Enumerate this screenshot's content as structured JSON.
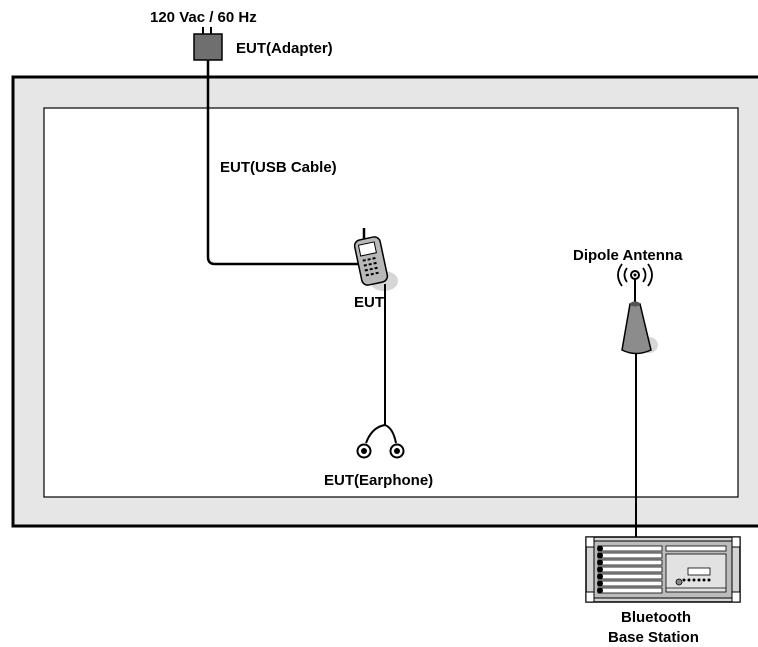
{
  "labels": {
    "power": "120 Vac / 60 Hz",
    "adapter": "EUT(Adapter)",
    "usb_cable": "EUT(USB Cable)",
    "eut": "EUT",
    "earphone": "EUT(Earphone)",
    "antenna": "Dipole Antenna",
    "base_station_line1": "Bluetooth",
    "base_station_line2": "Base Station"
  },
  "icons": {
    "adapter": "power-adapter-icon",
    "phone": "mobile-phone-icon",
    "earphone": "earphone-icon",
    "antenna": "dipole-antenna-icon",
    "base_station": "rack-equipment-icon"
  },
  "colors": {
    "chamber_fill": "#e6e6e6",
    "inner_fill": "#ffffff",
    "stroke": "#000000",
    "adapter_fill": "#6f6f6f",
    "device_gray": "#a8a8a8"
  }
}
